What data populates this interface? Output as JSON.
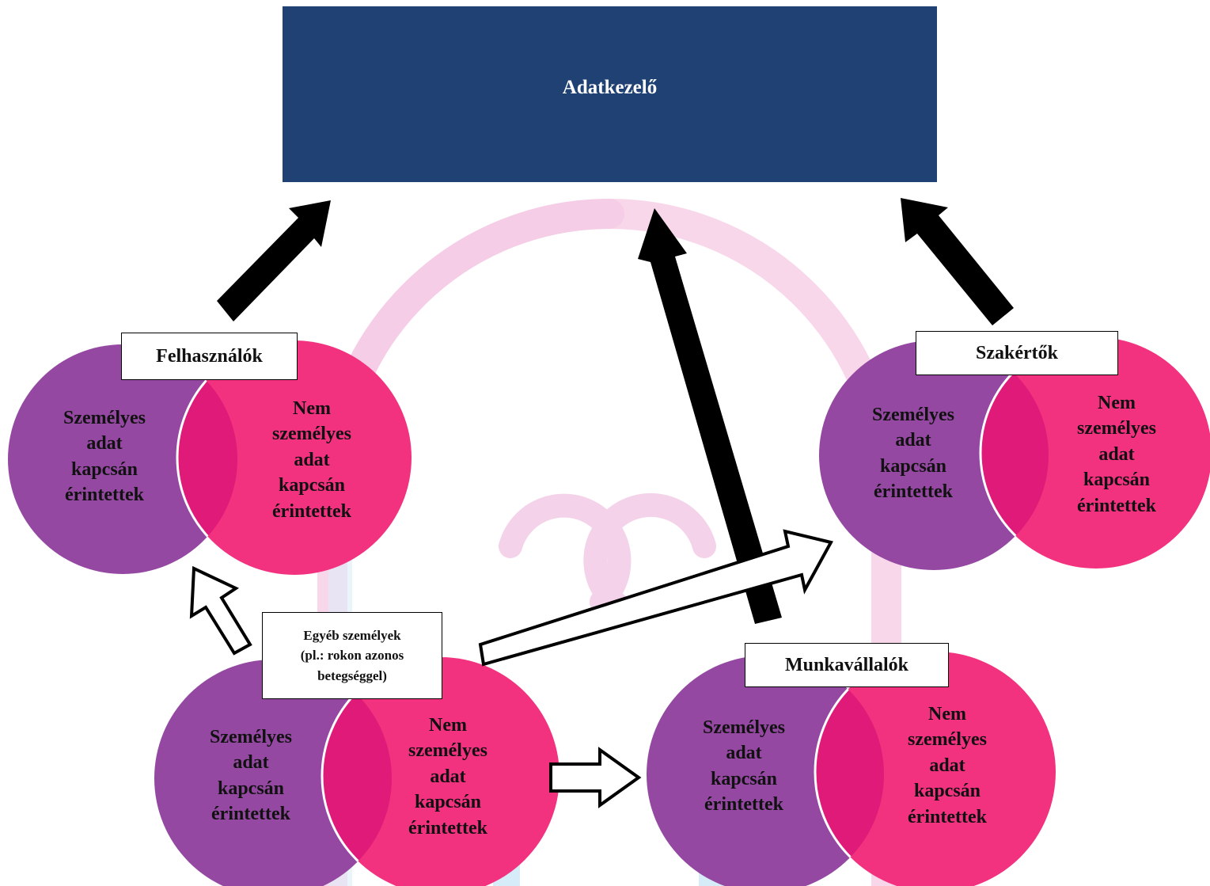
{
  "controller": {
    "title": "Adatkezelő"
  },
  "groups": [
    {
      "id": "felhasznalok",
      "label": "Felhasználók",
      "left_lines": [
        "Személyes",
        "adat",
        "kapcsán",
        "érintettek"
      ],
      "right_lines": [
        "Nem",
        "személyes",
        "adat",
        "kapcsán",
        "érintettek"
      ]
    },
    {
      "id": "szakertok",
      "label": "Szakértők",
      "left_lines": [
        "Személyes",
        "adat",
        "kapcsán",
        "érintettek"
      ],
      "right_lines": [
        "Nem",
        "személyes",
        "adat",
        "kapcsán",
        "érintettek"
      ]
    },
    {
      "id": "egyeb",
      "label_lines": [
        "Egyéb személyek",
        "(pl.: rokon azonos",
        "betegséggel)"
      ],
      "left_lines": [
        "Személyes",
        "adat",
        "kapcsán",
        "érintettek"
      ],
      "right_lines": [
        "Nem",
        "személyes",
        "adat",
        "kapcsán",
        "érintettek"
      ]
    },
    {
      "id": "munkavallalok",
      "label": "Munkavállalók",
      "left_lines": [
        "Személyes",
        "adat",
        "kapcsán",
        "érintettek"
      ],
      "right_lines": [
        "Nem",
        "személyes",
        "adat",
        "kapcsán",
        "érintettek"
      ]
    }
  ],
  "arrows": [
    {
      "from": "Felhasználók",
      "to": "Adatkezelő",
      "style": "solid"
    },
    {
      "from": "Munkavállalók",
      "to": "Adatkezelő",
      "style": "solid"
    },
    {
      "from": "Szakértők",
      "to": "Adatkezelő",
      "style": "solid"
    },
    {
      "from": "Egyéb személyek",
      "to": "Felhasználók",
      "style": "outline"
    },
    {
      "from": "Egyéb személyek",
      "to": "Szakértők",
      "style": "outline"
    },
    {
      "from": "Egyéb személyek",
      "to": "Munkavállalók",
      "style": "outline"
    }
  ],
  "colors": {
    "controller_bg": "#1f4173",
    "personal_circle": "#9448a2",
    "nonpersonal_circle": "#f2317f",
    "overlap": "#e01a79",
    "watermark_pink": "#f7cde3",
    "watermark_blue": "#cfe9f7"
  }
}
